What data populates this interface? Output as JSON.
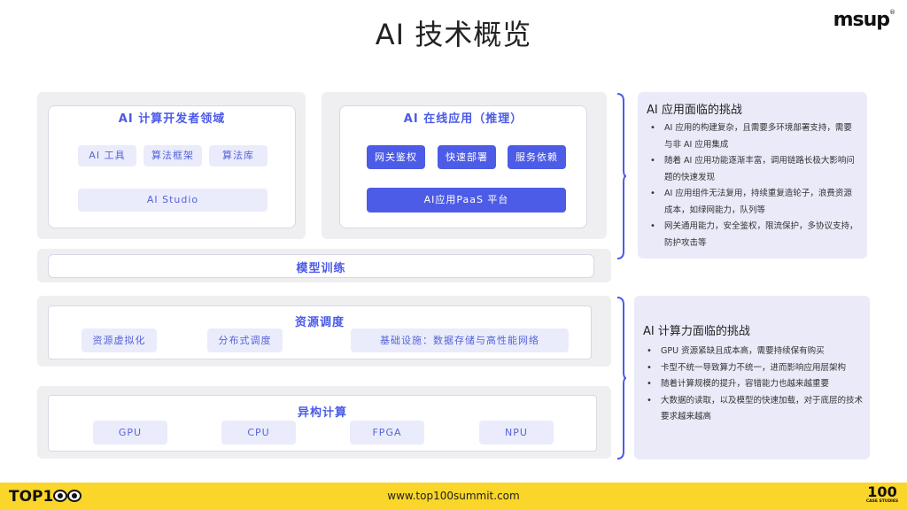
{
  "title": "AI 技术概览",
  "logo": {
    "text": "msup",
    "mark": "®"
  },
  "dev": {
    "title": "AI 计算开发者领域",
    "tools": [
      "AI 工具",
      "算法框架",
      "算法库"
    ],
    "studio": "AI Studio"
  },
  "online": {
    "title": "AI 在线应用（推理）",
    "items": [
      "网关鉴权",
      "快速部署",
      "服务依赖"
    ],
    "paas": "AI应用PaaS 平台"
  },
  "training": {
    "title": "模型训练"
  },
  "scheduling": {
    "title": "资源调度",
    "items": [
      "资源虚拟化",
      "分布式调度",
      "基础设施：数据存储与高性能网络"
    ]
  },
  "hetero": {
    "title": "异构计算",
    "items": [
      "GPU",
      "CPU",
      "FPGA",
      "NPU"
    ]
  },
  "app_challenges": {
    "title": "AI 应用面临的挑战",
    "bullets": [
      "AI 应用的构建复杂，且需要多环境部署支持，需要与非 AI 应用集成",
      "随着 AI 应用功能逐渐丰富，调用链路长极大影响问题的快速发现",
      " AI 应用组件无法复用，持续重复造轮子，浪费资源成本，如绿网能力，队列等",
      "网关通用能力，安全鉴权，限流保护，多协议支持，防护攻击等"
    ]
  },
  "compute_challenges": {
    "title": "AI 计算力面临的挑战",
    "bullets": [
      "GPU 资源紧缺且成本高，需要持续保有购买",
      "卡型不统一导致算力不统一，进而影响应用层架构",
      "随着计算规模的提升，容错能力也越来越重要",
      "大数据的读取，以及模型的快速加载，对于底层的技术要求越来越高"
    ]
  },
  "footer": {
    "url": "www.top100summit.com",
    "brand": "TOP1",
    "case_big": "100",
    "case_small": "CASE STUDIES"
  },
  "colors": {
    "accent": "#4d5ce6",
    "footer": "#f9d629",
    "panel": "#eaeaf9"
  }
}
